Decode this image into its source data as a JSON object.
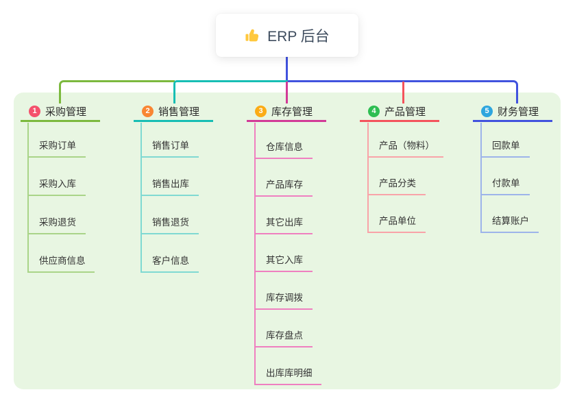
{
  "root": {
    "label": "ERP 后台",
    "icon": "thumbs-up-icon"
  },
  "colors": {
    "panel_bg": "#E8F6E2",
    "root_connector": "#4152DE",
    "root_text": "#3E4C5E",
    "thumb_icon": "#FFC83D"
  },
  "branches": [
    {
      "index": "1",
      "label": "采购管理",
      "badge_color": "#F4516C",
      "line_color": "#7CB93E",
      "child_line_color": "#A9D488",
      "children": [
        "采购订单",
        "采购入库",
        "采购退货",
        "供应商信息"
      ]
    },
    {
      "index": "2",
      "label": "销售管理",
      "badge_color": "#F98633",
      "line_color": "#17BEB4",
      "child_line_color": "#7FD9D2",
      "children": [
        "销售订单",
        "销售出库",
        "销售退货",
        "客户信息"
      ]
    },
    {
      "index": "3",
      "label": "库存管理",
      "badge_color": "#FBAC16",
      "line_color": "#D23A97",
      "child_line_color": "#EF7FC0",
      "children": [
        "仓库信息",
        "产品库存",
        "其它出库",
        "其它入库",
        "库存调拨",
        "库存盘点",
        "出库库明细"
      ]
    },
    {
      "index": "4",
      "label": "产品管理",
      "badge_color": "#2EBE52",
      "line_color": "#F4535C",
      "child_line_color": "#F9A3A8",
      "children": [
        "产品（物料）",
        "产品分类",
        "产品单位"
      ]
    },
    {
      "index": "5",
      "label": "财务管理",
      "badge_color": "#2EA6DE",
      "line_color": "#4152DE",
      "child_line_color": "#9DB4EA",
      "children": [
        "回款单",
        "付款单",
        "结算账户"
      ]
    }
  ]
}
